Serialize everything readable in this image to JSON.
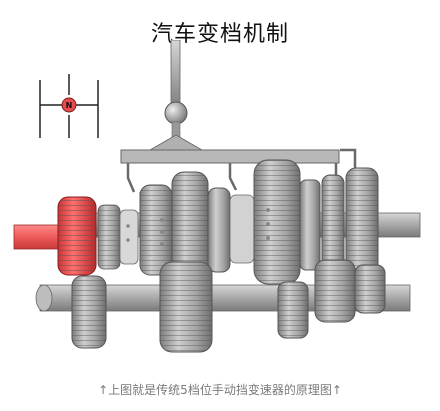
{
  "title": "汽车变档机制",
  "shift_pattern": {
    "neutral_label": "N"
  },
  "caption": "↑上图就是传统5档位手动挡变速器的原理图↑",
  "colors": {
    "input_shaft": "#f05a5a",
    "input_gear": "#e85555",
    "metal_light": "#c8c8c8",
    "metal_mid": "#9a9a9a",
    "metal_dark": "#6a6a6a",
    "neutral_knob": "#e64a4a"
  },
  "icons": [
    "shift-pattern-icon",
    "gear-icon"
  ]
}
